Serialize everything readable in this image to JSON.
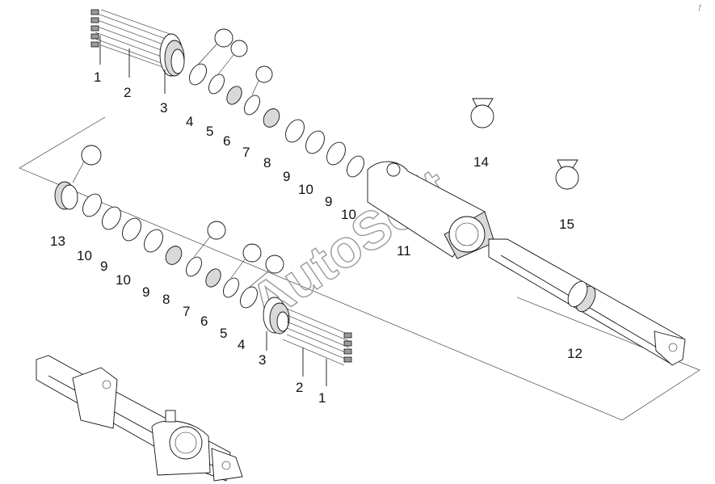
{
  "diagram": {
    "part_callouts": [
      {
        "key": "c1a",
        "text": "1"
      },
      {
        "key": "c2a",
        "text": "2"
      },
      {
        "key": "c3a",
        "text": "3"
      },
      {
        "key": "c4a",
        "text": "4"
      },
      {
        "key": "c5a",
        "text": "5"
      },
      {
        "key": "c6a",
        "text": "6"
      },
      {
        "key": "c7a",
        "text": "7"
      },
      {
        "key": "c8a",
        "text": "8"
      },
      {
        "key": "c9a",
        "text": "9"
      },
      {
        "key": "c10a",
        "text": "10"
      },
      {
        "key": "c9b",
        "text": "9"
      },
      {
        "key": "c10b",
        "text": "10"
      },
      {
        "key": "c11",
        "text": "11"
      },
      {
        "key": "c14",
        "text": "14"
      },
      {
        "key": "c15",
        "text": "15"
      },
      {
        "key": "c12",
        "text": "12"
      },
      {
        "key": "c13",
        "text": "13"
      },
      {
        "key": "c10c",
        "text": "10"
      },
      {
        "key": "c9c",
        "text": "9"
      },
      {
        "key": "c10d",
        "text": "10"
      },
      {
        "key": "c9d",
        "text": "9"
      },
      {
        "key": "c8b",
        "text": "8"
      },
      {
        "key": "c7b",
        "text": "7"
      },
      {
        "key": "c6b",
        "text": "6"
      },
      {
        "key": "c5b",
        "text": "5"
      },
      {
        "key": "c4b",
        "text": "4"
      },
      {
        "key": "c3b",
        "text": "3"
      },
      {
        "key": "c2b",
        "text": "2"
      },
      {
        "key": "c1b",
        "text": "1"
      }
    ],
    "watermark": "AutoSoft",
    "corner_mark": "ƒ"
  }
}
